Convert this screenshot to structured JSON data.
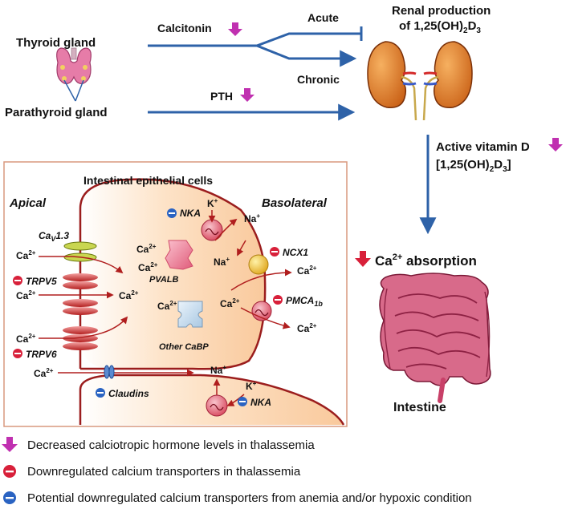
{
  "top": {
    "thyroid_label": "Thyroid gland",
    "parathyroid_label": "Parathyroid gland",
    "calcitonin_label": "Calcitonin",
    "acute_label": "Acute",
    "chronic_label": "Chronic",
    "pth_label": "PTH",
    "renal_line1": "Renal production",
    "renal_line2_prefix": "of 1,25(OH)",
    "renal_sub1": "2",
    "renal_line2_mid": "D",
    "renal_sub2": "3",
    "active_vitd_label": "Active vitamin D",
    "active_vitd_line2_prefix": "[1,25(OH)",
    "active_vitd_sub1": "2",
    "active_vitd_mid": "D",
    "active_vitd_sub2": "3",
    "active_vitd_suffix": "]",
    "ca_absorption_prefix": "Ca",
    "ca_absorption_sup": "2+",
    "ca_absorption_suffix": " absorption",
    "intestine_label": "Intestine"
  },
  "panel": {
    "title": "Intestinal epithelial cells",
    "apical_label": "Apical",
    "basolateral_label": "Basolateral",
    "cav_prefix": "Ca",
    "cav_sub": "V",
    "cav_suffix": "1.3",
    "trpv5_label": "TRPV5",
    "trpv6_label": "TRPV6",
    "claudins_label": "Claudins",
    "nka_top_label": "NKA",
    "nka_bottom_label": "NKA",
    "ncx1_label": "NCX1",
    "pmca_prefix": "PMCA",
    "pmca_sub": "1b",
    "pvalb_label": "PVALB",
    "other_cabp_label": "Other CaBP",
    "ca_text": "Ca",
    "ca_sup": "2+",
    "k_text": "K",
    "k_sup": "+",
    "na_text": "Na",
    "na_sup": "+"
  },
  "legend": {
    "item_purple": "Decreased calciotropic hormone levels in thalassemia",
    "item_red": "Downregulated calcium transporters in thalassemia",
    "item_blue": "Potential downregulated calcium transporters from anemia and/or hypoxic condition"
  },
  "colors": {
    "arrow_blue": "#2e62a8",
    "purple": "#c030b0",
    "red_badge": "#d8203a",
    "blue_badge": "#2a63c2",
    "cell_fill": "#fbd9b8",
    "membrane": "#9b1d1d",
    "panel_border": "#d9987e",
    "kidney": "#d9771f",
    "intestine": "#c84068"
  },
  "icons": [
    "thyroid-icon",
    "kidney-icon",
    "intestine-icon",
    "purple-down-arrow-icon",
    "red-down-arrow-icon",
    "red-minus-badge-icon",
    "blue-minus-badge-icon"
  ]
}
